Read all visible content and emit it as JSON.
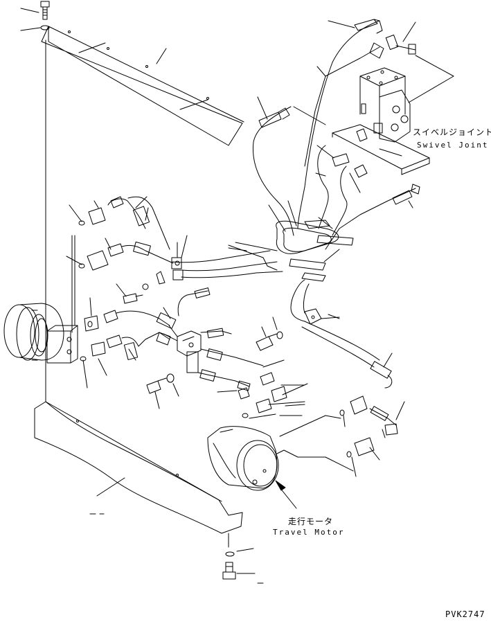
{
  "labels": {
    "swivel_joint_jp": "スイベルジョイント",
    "swivel_joint_en": "Swivel Joint",
    "travel_motor_jp": "走行モータ",
    "travel_motor_en": "Travel Motor",
    "drawing_code": "PVK2747"
  },
  "colors": {
    "line": "#000000",
    "background": "#ffffff"
  }
}
